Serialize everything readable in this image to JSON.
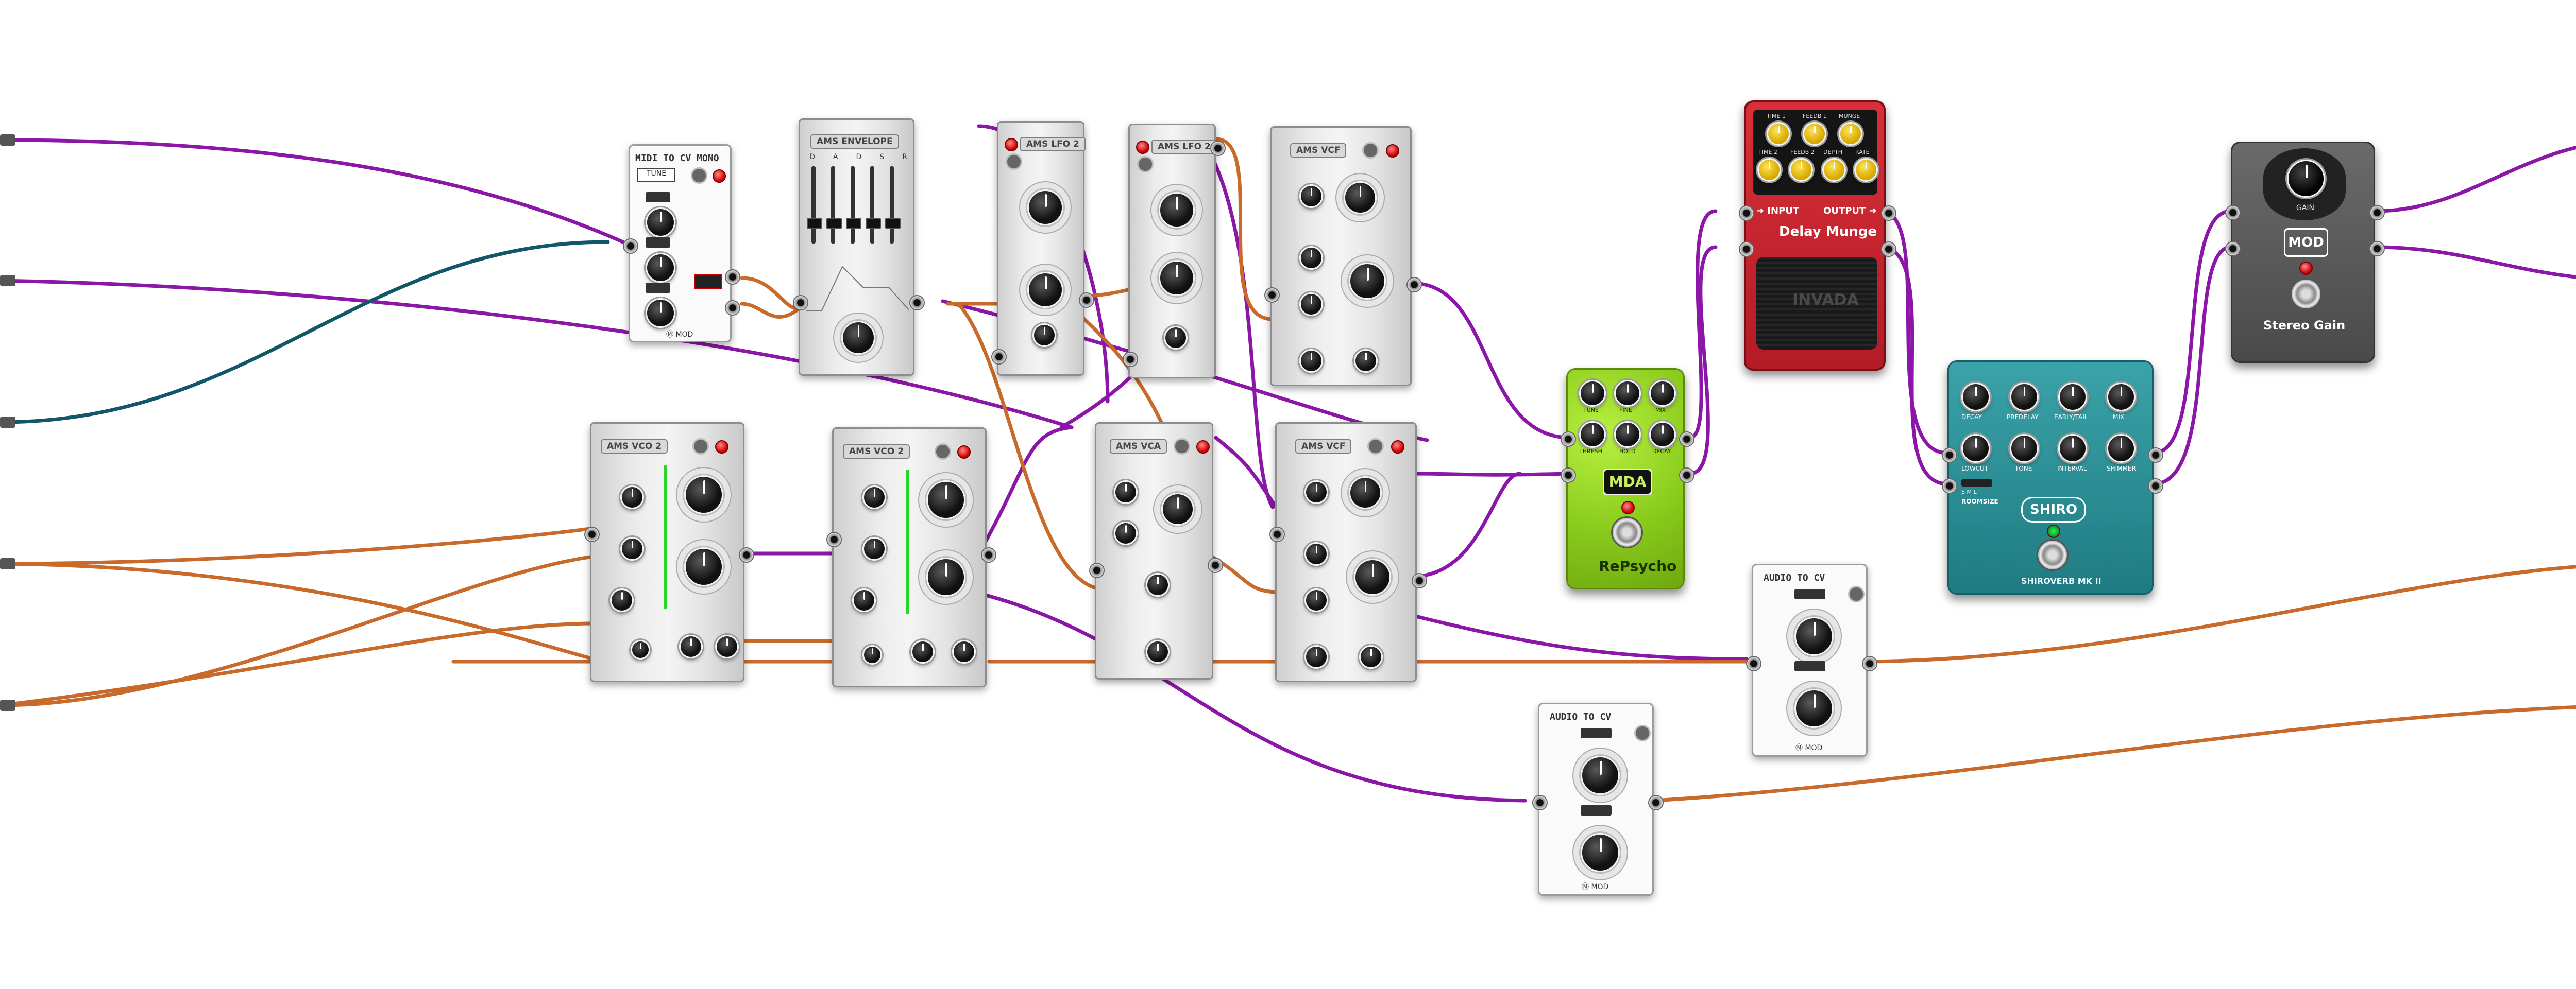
{
  "modules": {
    "midi_to_cv": {
      "title": "MIDI TO CV MONO",
      "tune": "TUNE",
      "brand": "MOD"
    },
    "envelope": {
      "title": "AMS ENVELOPE",
      "stages": [
        "D",
        "A",
        "D",
        "S",
        "R"
      ],
      "brand": ""
    },
    "lfo1": {
      "title": "AMS LFO 2"
    },
    "lfo2": {
      "title": "AMS LFO 2"
    },
    "vcf1": {
      "title": "AMS VCF"
    },
    "vco1": {
      "title": "AMS VCO 2"
    },
    "vco2": {
      "title": "AMS VCO 2"
    },
    "vca": {
      "title": "AMS VCA"
    },
    "vcf2": {
      "title": "AMS VCF"
    },
    "audio_cv1": {
      "title": "AUDIO TO CV",
      "brand": "MOD"
    },
    "audio_cv2": {
      "title": "AUDIO TO CV",
      "brand": "MOD"
    }
  },
  "pedals": {
    "delay_munge": {
      "title": "Delay Munge",
      "input": "INPUT",
      "output": "OUTPUT",
      "pad_label": "INVADA",
      "knobs": [
        "TIME 1",
        "FEEDB 1",
        "MUNGE",
        "TIME 2",
        "FEEDB 2",
        "DEPTH",
        "RATE"
      ],
      "color": "#c8202c"
    },
    "repsycho": {
      "title": "RePsycho",
      "badge": "MDA",
      "knobs": [
        "TUNE",
        "FINE",
        "MIX",
        "THRESH",
        "HOLD",
        "DECAY"
      ],
      "color": "#9ad62c"
    },
    "shiroverb": {
      "title": "SHIROVERB MK II",
      "badge": "SHIRO",
      "knobs": [
        "DECAY",
        "PREDELAY",
        "EARLY/TAIL",
        "MIX",
        "LOWCUT",
        "TONE",
        "INTERVAL",
        "SHIMMER"
      ],
      "roomsize_label": "ROOMSIZE",
      "roomsize_options": [
        "S",
        "M",
        "L"
      ],
      "color": "#2d8f96"
    },
    "stereo_gain": {
      "title": "Stereo Gain",
      "badge": "MOD",
      "knob": "GAIN",
      "color": "#555555"
    }
  },
  "colors": {
    "cable_purple": "#8b16a8",
    "cable_orange": "#c9692a",
    "cable_teal": "#12566a"
  }
}
